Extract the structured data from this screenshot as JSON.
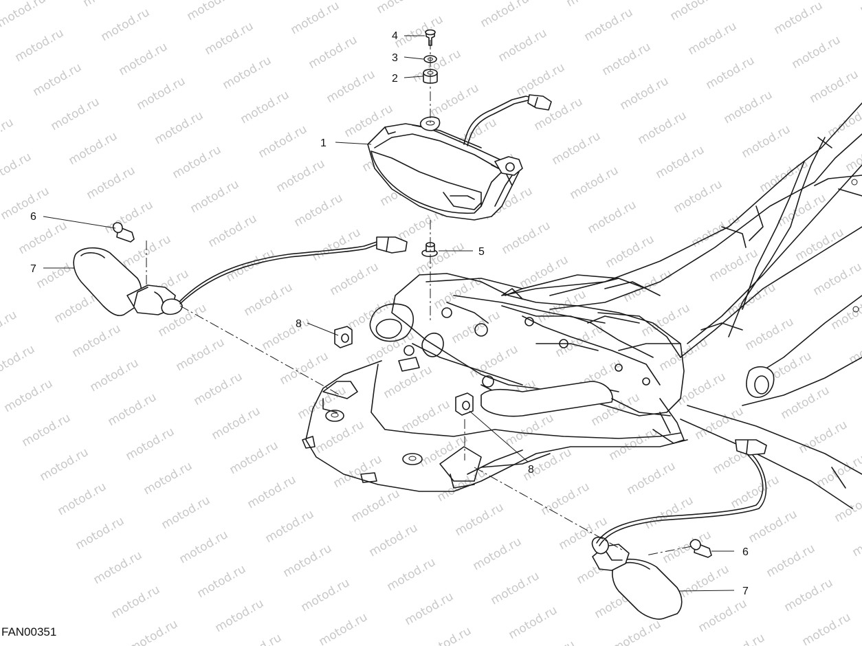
{
  "watermark": "motod.ru",
  "drawing_code": "FAN00351",
  "callouts": {
    "c1": "1",
    "c2": "2",
    "c3": "3",
    "c4": "4",
    "c5": "5",
    "c6a": "6",
    "c6b": "6",
    "c7a": "7",
    "c7b": "7",
    "c8a": "8",
    "c8b": "8"
  }
}
